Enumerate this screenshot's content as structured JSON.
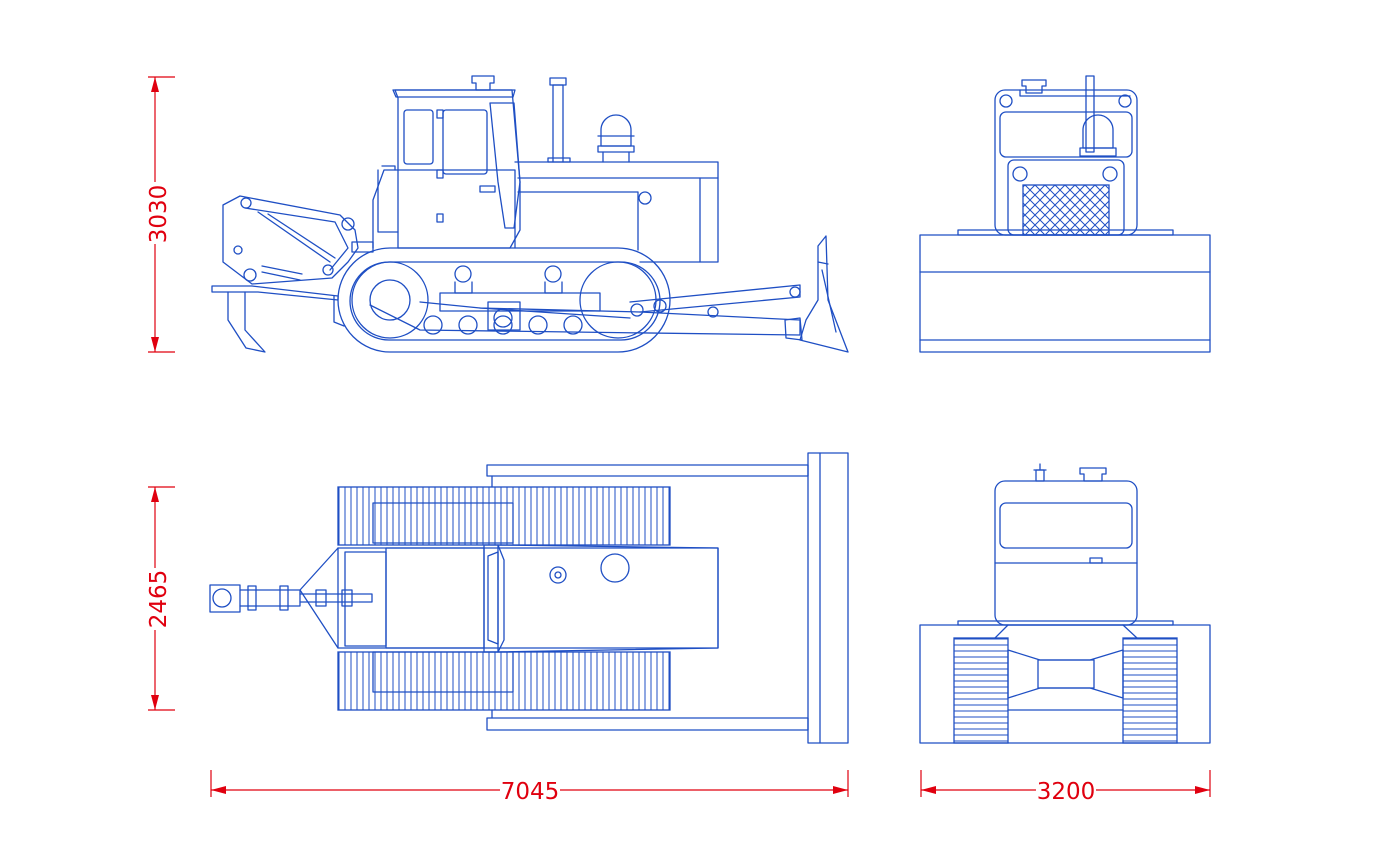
{
  "dimensions": {
    "height_side": "3030",
    "width_top": "2465",
    "length_total": "7045",
    "width_total": "3200"
  },
  "colors": {
    "line": "#1f4fc4",
    "dimension": "#e0000f",
    "background": "#ffffff"
  },
  "views": [
    "side-view",
    "front-view",
    "top-view",
    "rear-view"
  ]
}
